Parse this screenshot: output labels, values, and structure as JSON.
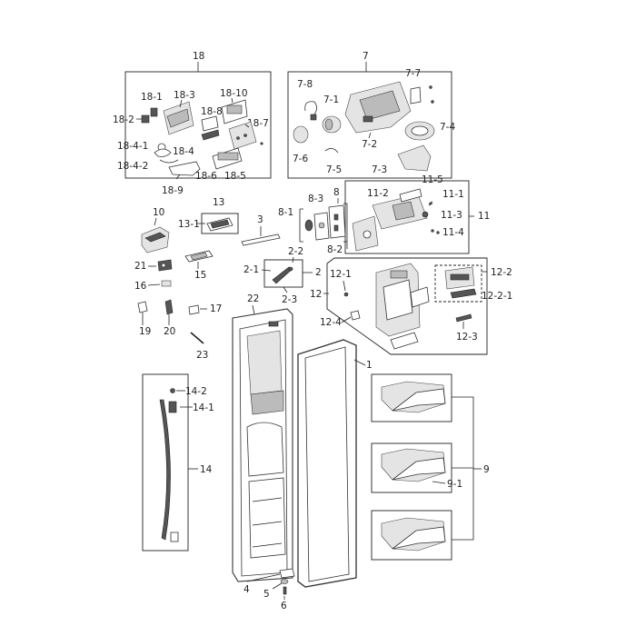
{
  "labels": {
    "l18": "18",
    "l7": "7",
    "l18_1": "18-1",
    "l18_2": "18-2",
    "l18_3": "18-3",
    "l18_10": "18-10",
    "l18_8": "18-8",
    "l18_7": "18-7",
    "l18_4_1": "18-4-1",
    "l18_4": "18-4",
    "l18_4_2": "18-4-2",
    "l18_6": "18-6",
    "l18_5": "18-5",
    "l18_9": "18-9",
    "l7_8": "7-8",
    "l7_7": "7-7",
    "l7_1": "7-1",
    "l7_4": "7-4",
    "l7_2": "7-2",
    "l7_6": "7-6",
    "l7_5": "7-5",
    "l7_3": "7-3",
    "l11_5": "11-5",
    "l11_2": "11-2",
    "l11_1": "11-1",
    "l11_3": "11-3",
    "l11": "11",
    "l11_4": "11-4",
    "l13": "13",
    "l13_1": "13-1",
    "l10": "10",
    "l3": "3",
    "l8": "8",
    "l8_1": "8-1",
    "l8_3": "8-3",
    "l8_2": "8-2",
    "l2_2": "2-2",
    "l2_1": "2-1",
    "l2": "2",
    "l2_3": "2-3",
    "l21": "21",
    "l15": "15",
    "l16": "16",
    "l17": "17",
    "l19": "19",
    "l20": "20",
    "l22": "22",
    "l23": "23",
    "l12_1": "12-1",
    "l12": "12",
    "l12_2": "12-2",
    "l12_2_1": "12-2-1",
    "l12_4": "12-4",
    "l12_3": "12-3",
    "l1": "1",
    "l14_2": "14-2",
    "l14_1": "14-1",
    "l14": "14",
    "l9": "9",
    "l9_1": "9-1",
    "l4": "4",
    "l5": "5",
    "l6": "6"
  }
}
